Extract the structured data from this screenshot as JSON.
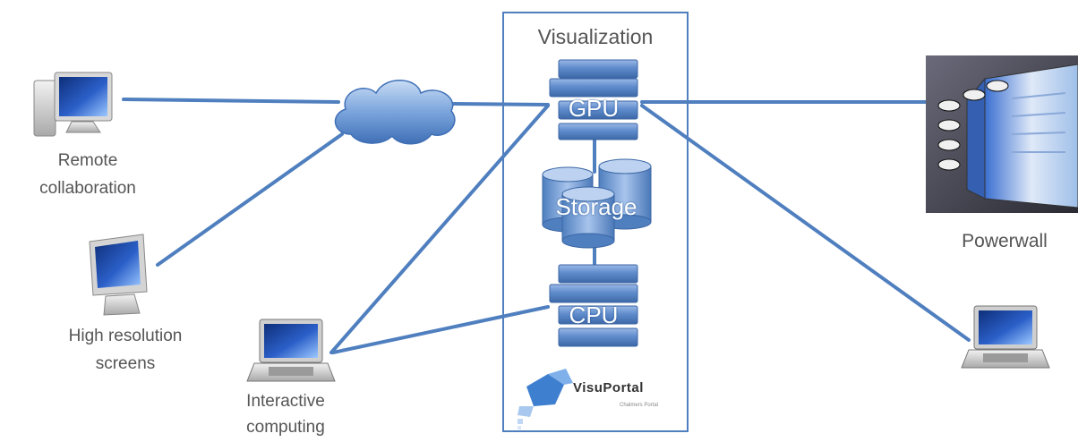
{
  "center": {
    "title": "Visualization",
    "gpu_label": "GPU",
    "storage_label": "Storage",
    "cpu_label": "CPU",
    "logo_text": "VisuPortal",
    "logo_subtext": "Chalmers Portal"
  },
  "nodes": {
    "remote": {
      "label_line1": "Remote",
      "label_line2": "collaboration",
      "icon": "desktop-computer-icon"
    },
    "screens": {
      "label_line1": "High resolution",
      "label_line2": "screens",
      "icon": "monitor-icon"
    },
    "interactive": {
      "label_line1": "Interactive",
      "label_line2": "computing",
      "icon": "laptop-icon"
    },
    "powerwall": {
      "label": "Powerwall",
      "icon": "powerwall-image"
    },
    "laptop_right": {
      "icon": "laptop-icon"
    },
    "network": {
      "icon": "cloud-icon"
    }
  },
  "colors": {
    "line": "#4f7fbf",
    "box_border": "#4f7fbf",
    "stack_fill": "#5b87c8",
    "label": "#555555"
  }
}
